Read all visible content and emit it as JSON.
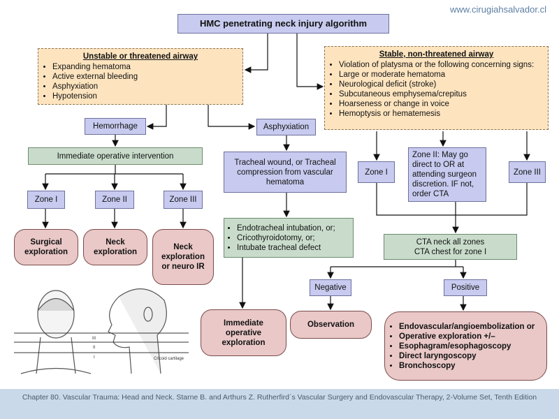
{
  "watermark": "www.cirugiahsalvador.cl",
  "title": "HMC penetrating neck injury algorithm",
  "unstable": {
    "title": "Unstable or threatened airway",
    "items": [
      "Expanding hematoma",
      "Active external bleeding",
      "Asphyxiation",
      "Hypotension"
    ]
  },
  "stable": {
    "title": "Stable, non-threatened airway",
    "items": [
      "Violation of platysma or the following concerning signs:",
      "Large or moderate hematoma",
      "Neurological deficit (stroke)",
      "Subcutaneous emphysema/crepitus",
      "Hoarseness or change in voice",
      "Hemoptysis or hematemesis"
    ]
  },
  "hemorrhage": "Hemorrhage",
  "asphyxiation": "Asphyxiation",
  "immediate_op": "Immediate operative intervention",
  "zones_left": [
    "Zone I",
    "Zone II",
    "Zone III"
  ],
  "outcomes_left": [
    "Surgical exploration",
    "Neck exploration",
    "Neck exploration or neuro IR"
  ],
  "tracheal": "Tracheal wound, or Tracheal compression from vascular hematoma",
  "airway": {
    "items": [
      "Endotracheal intubation, or;",
      "Cricothyroidotomy, or;",
      "Intubate tracheal defect"
    ]
  },
  "immediate_exploration": "Immediate operative exploration",
  "zone_i_right": "Zone I",
  "zone_ii_right": "Zone II: May go direct to OR at attending surgeon discretion. IF not, order CTA",
  "zone_iii_right": "Zone III",
  "cta": "CTA neck all zones CTA chest for zone I",
  "negative": "Negative",
  "positive": "Positive",
  "observation": "Observation",
  "positive_outcomes": [
    "Endovascular/angioembolization or",
    "Operative exploration +/–",
    "Esophagram/esophagoscopy",
    "Direct laryngoscopy",
    "Bronchoscopy"
  ],
  "sketch": {
    "labels": [
      "III",
      "II",
      "I",
      "Cricoid cartilage"
    ]
  },
  "footer": "Chapter 80. Vascular Trauma: Head and Neck. Starne B. and Arthurs Z. Rutherfird´s Vascular Surgery and Endovascular Therapy, 2-Volume Set, Tenth Edition"
}
